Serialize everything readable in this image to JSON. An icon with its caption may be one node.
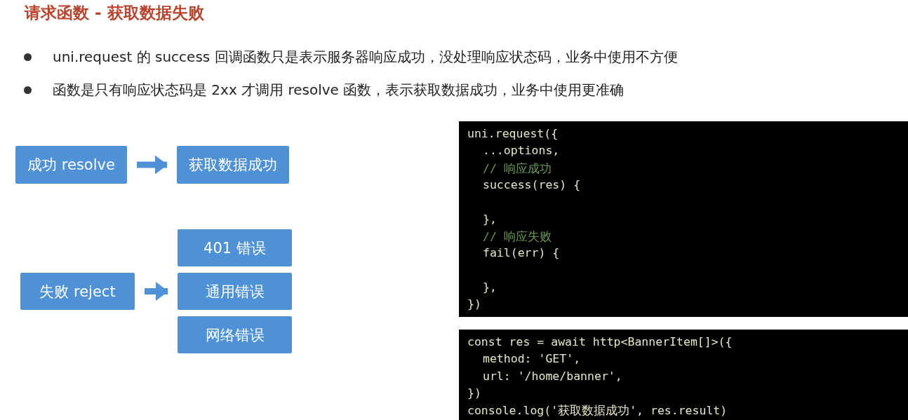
{
  "diagram": {
    "title": "请求函数 - 获取数据失败",
    "nodes": [
      {
        "text": [
          "成功 resolve"
        ]
      },
      {
        "text": [
          "获取数据成功"
        ]
      },
      {
        "text": [
          "失败 reject"
        ]
      },
      {
        "text": [
          "401 错误"
        ]
      },
      {
        "text": [
          "通用错误"
        ]
      },
      {
        "text": [
          "网络错误"
        ]
      }
    ],
    "edges": [
      {
        "from": 0,
        "to": 1,
        "arrow": "to"
      },
      {
        "from": 2,
        "to": 4,
        "arrow": "to"
      }
    ],
    "labels": [
      "uni.request 的 success 回调函数只是表示服务器响应成功，没处理响应状态码，业务中使用不方便",
      "函数是只有响应状态码是 2xx 才调用 resolve 函数，表示获取数据成功，业务中使用更准确",
      "uni.request({",
      "...options,",
      "// 响应成功",
      "success(res) {",
      "},",
      "// 响应失败",
      "fail(err) {",
      "},",
      "})",
      "const res = await http<BannerItem[]>({",
      "method: 'GET',",
      "url: '/home/banner',",
      "})",
      "console.log('获取数据成功', res.result)"
    ]
  }
}
